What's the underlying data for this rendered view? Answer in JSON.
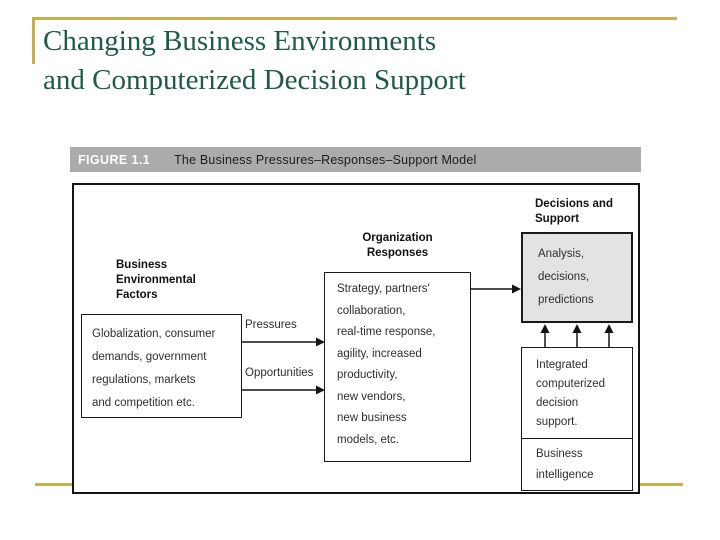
{
  "slide": {
    "title": {
      "line1": "Changing Business Environments",
      "line2": "and Computerized Decision Support"
    },
    "colors": {
      "accent_gold": "#C8B14B",
      "title_green": "#1E5B45",
      "figure_header_bg": "#ABABAB",
      "analysis_box_fill": "#E3E3E3"
    }
  },
  "figure": {
    "label": "FIGURE 1.1",
    "caption": "The Business Pressures–Responses–Support Model"
  },
  "diagram": {
    "environment": {
      "heading": [
        "Business",
        "Environmental",
        "Factors"
      ],
      "box": [
        "Globalization, consumer",
        "demands, government",
        "regulations, markets",
        "and competition etc."
      ]
    },
    "flows": {
      "pressures": "Pressures",
      "opportunities": "Opportunities"
    },
    "responses": {
      "heading": [
        "Organization",
        "Responses"
      ],
      "box": [
        "Strategy, partners'",
        "collaboration,",
        "real-time response,",
        "agility, increased",
        "productivity,",
        "new vendors,",
        "new business",
        "models, etc."
      ]
    },
    "support": {
      "heading": [
        "Decisions and",
        "Support"
      ],
      "analysis_box": [
        "Analysis,",
        "decisions,",
        "predictions"
      ],
      "integrated_box": [
        "Integrated",
        "computerized",
        "decision",
        "support."
      ],
      "bi_box": [
        "Business",
        "intelligence"
      ]
    }
  }
}
